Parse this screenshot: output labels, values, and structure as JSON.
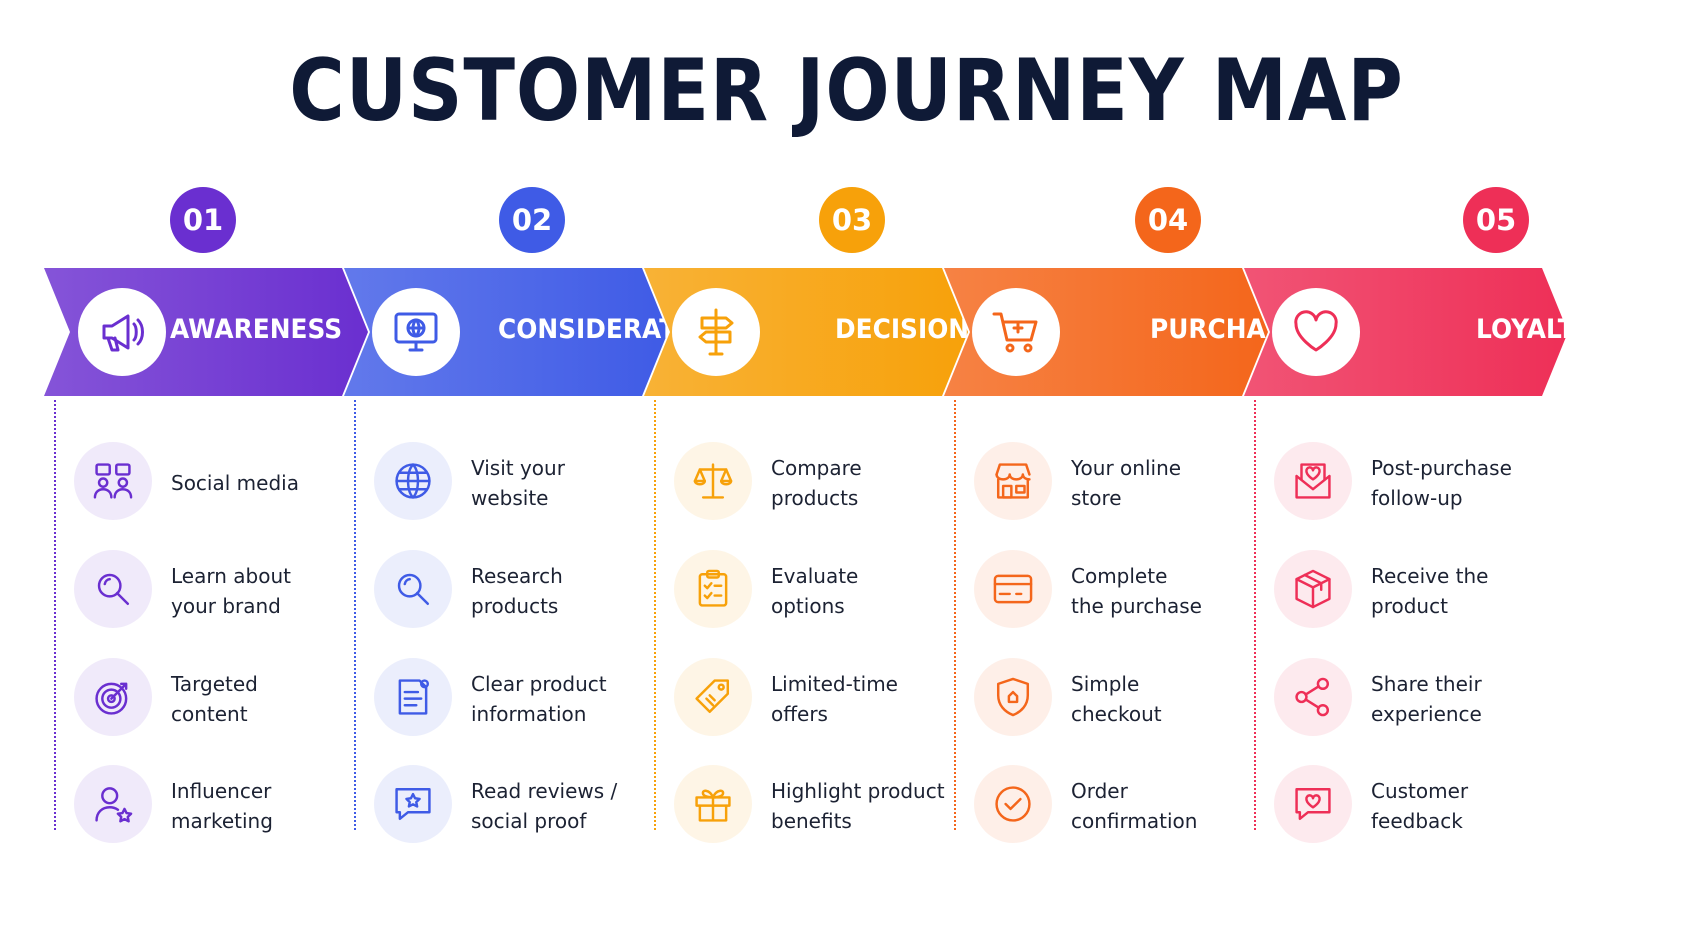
{
  "title": "CUSTOMER JOURNEY MAP",
  "stages": [
    {
      "number": "01",
      "label": "AWARENESS",
      "color": "#6a2fd0",
      "icon": "megaphone-icon",
      "items": [
        {
          "icon": "social-users-icon",
          "text": "Social media"
        },
        {
          "icon": "magnifier-icon",
          "text": "Learn about\nyour brand"
        },
        {
          "icon": "target-icon",
          "text": "Targeted\ncontent"
        },
        {
          "icon": "user-star-icon",
          "text": "Influencer\nmarketing"
        }
      ]
    },
    {
      "number": "02",
      "label": "CONSIDERATION",
      "color": "#3f5be6",
      "icon": "monitor-globe-icon",
      "items": [
        {
          "icon": "globe-icon",
          "text": "Visit your\nwebsite"
        },
        {
          "icon": "magnifier-icon",
          "text": "Research\nproducts"
        },
        {
          "icon": "document-icon",
          "text": "Clear product\ninformation"
        },
        {
          "icon": "chat-star-icon",
          "text": "Read reviews /\nsocial proof"
        }
      ]
    },
    {
      "number": "03",
      "label": "DECISION",
      "color": "#f7a10a",
      "icon": "signpost-icon",
      "items": [
        {
          "icon": "scales-icon",
          "text": "Compare\nproducts"
        },
        {
          "icon": "clipboard-check-icon",
          "text": "Evaluate\noptions"
        },
        {
          "icon": "price-tag-icon",
          "text": "Limited-time\noffers"
        },
        {
          "icon": "gift-icon",
          "text": "Highlight product\nbenefits"
        }
      ]
    },
    {
      "number": "04",
      "label": "PURCHASE",
      "color": "#f4661b",
      "icon": "shopping-cart-icon",
      "items": [
        {
          "icon": "storefront-icon",
          "text": "Your online\nstore"
        },
        {
          "icon": "credit-card-icon",
          "text": "Complete\nthe purchase"
        },
        {
          "icon": "shield-icon",
          "text": "Simple\ncheckout"
        },
        {
          "icon": "check-circle-icon",
          "text": "Order\nconfirmation"
        }
      ]
    },
    {
      "number": "05",
      "label": "LOYALTY",
      "color": "#ee2f57",
      "icon": "heart-icon",
      "items": [
        {
          "icon": "envelope-heart-icon",
          "text": "Post-purchase\nfollow-up"
        },
        {
          "icon": "package-icon",
          "text": "Receive the\nproduct"
        },
        {
          "icon": "share-icon",
          "text": "Share their\nexperience"
        },
        {
          "icon": "chat-heart-icon",
          "text": "Customer\nfeedback"
        }
      ]
    }
  ]
}
